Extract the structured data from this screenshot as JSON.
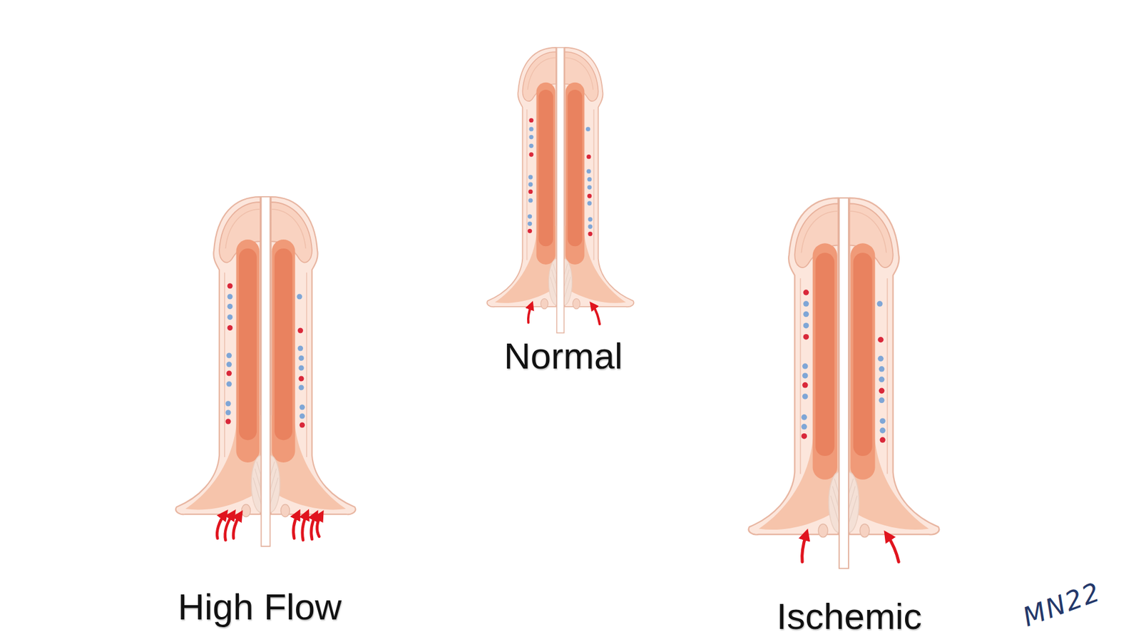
{
  "diagram": {
    "labels": [
      "Normal",
      "High Flow",
      "Ischemic",
      "MN22"
    ]
  }
}
